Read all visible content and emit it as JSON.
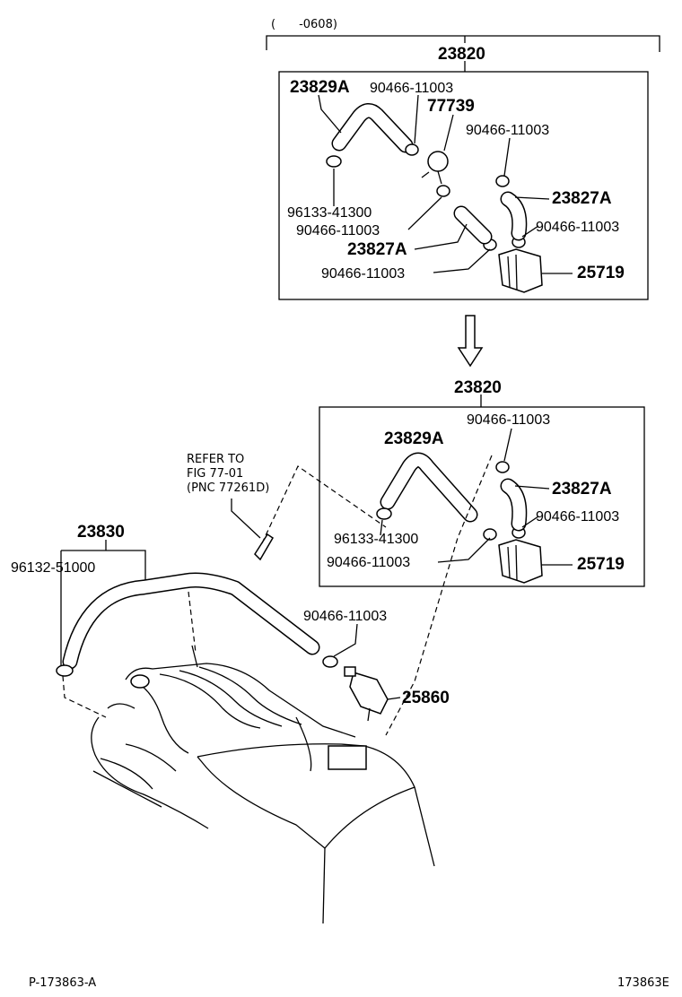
{
  "date_range": "(　　-0608)",
  "top_group": {
    "assembly": "23820",
    "hose_main": "23829A",
    "clamp_a": "90466-11003",
    "valve": "77739",
    "clamp_b": "90466-11003",
    "clip": "96133-41300",
    "clamp_c": "90466-11003",
    "hose_b": "23827A",
    "hose_c": "23827A",
    "clamp_d": "90466-11003",
    "clamp_e": "90466-11003",
    "canister": "25719"
  },
  "bottom_group": {
    "assembly": "23820",
    "hose_main": "23829A",
    "clamp_a": "90466-11003",
    "hose_b": "23827A",
    "clamp_b": "90466-11003",
    "clip": "96133-41300",
    "clamp_c": "90466-11003",
    "canister": "25719"
  },
  "refer": {
    "line1": "REFER TO",
    "line2": "FIG 77-01",
    "line3": "(PNC 77261D)"
  },
  "lower": {
    "hose": "23830",
    "clip": "96132-51000",
    "clamp": "90466-11003",
    "vsv": "25860"
  },
  "footer": {
    "left_code": "P-173863-A",
    "right_code": "173863E"
  }
}
